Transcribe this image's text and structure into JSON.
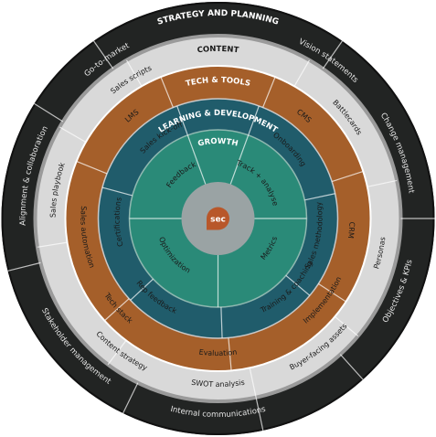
{
  "colors": {
    "strategy_ring": "#222423",
    "content_ring": "#d9d9d9",
    "tech_ring": "#a55f2a",
    "learning_ring": "#205c6b",
    "growth_ring": "#2a8a78",
    "hub": "#9aa3a4",
    "logo": "#b8572a",
    "divider": "#ffffff",
    "light_text": "#e6e6e6",
    "dark_text": "#1a1a1a"
  },
  "rings": {
    "strategy": {
      "title": "STRATEGY AND PLANNING",
      "items": [
        "Vision statements",
        "Change management",
        "Objectives & KPIs",
        "Internal communications",
        "Stakeholder management",
        "Alignment & collaboration",
        "Go-to-market"
      ]
    },
    "content": {
      "title": "CONTENT",
      "items": [
        "Battlecards",
        "Personas",
        "Buyer-facing assets",
        "SWOT analysis",
        "Content strategy",
        "Sales playbook",
        "Sales scripts"
      ]
    },
    "tech": {
      "title": "TECH & TOOLS",
      "items": [
        "CMS",
        "CRM",
        "Implementation",
        "Evaluation",
        "Tech stack",
        "Sales automation",
        "LMS"
      ]
    },
    "learning": {
      "title": "LEARNING & DEVELOPMENT",
      "items": [
        "Onboarding",
        "Sales methodology",
        "Training & coaching",
        "Rep feedback",
        "Certifications",
        "Sales kick-off"
      ]
    },
    "growth": {
      "title": "GROWTH",
      "items": [
        "Track + analyse",
        "Metrics",
        "Optimization",
        "Feedback"
      ]
    }
  },
  "logo_text": "sec"
}
